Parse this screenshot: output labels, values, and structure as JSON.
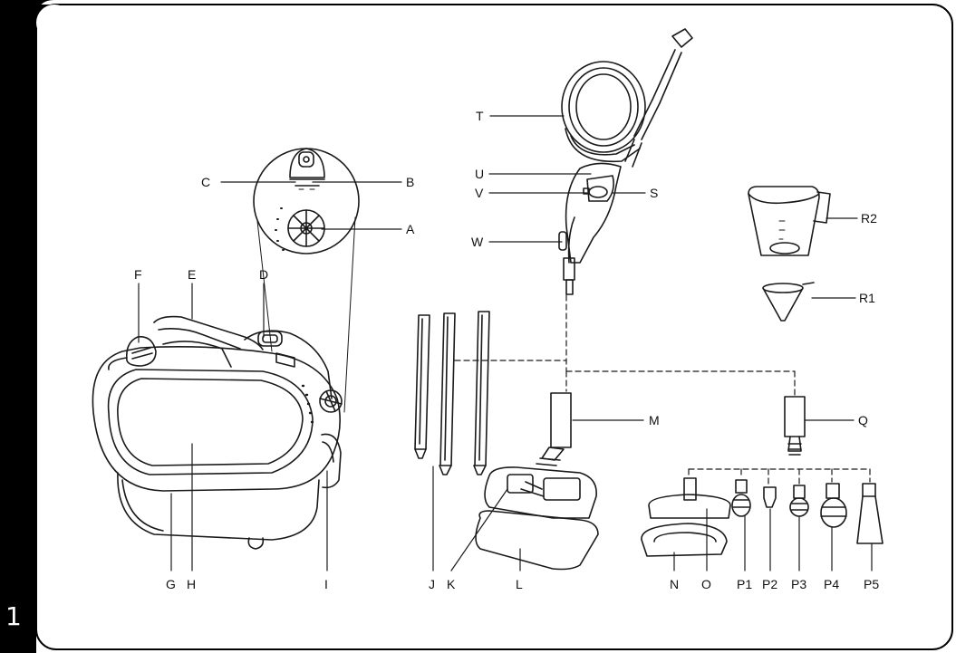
{
  "page_number": "1",
  "callouts": {
    "A": "A",
    "B": "B",
    "C": "C",
    "D": "D",
    "E": "E",
    "F": "F",
    "G": "G",
    "H": "H",
    "I": "I",
    "J": "J",
    "K": "K",
    "L": "L",
    "M": "M",
    "N": "N",
    "O": "O",
    "P1": "P1",
    "P2": "P2",
    "P3": "P3",
    "P4": "P4",
    "P5": "P5",
    "Q": "Q",
    "R1": "R1",
    "R2": "R2",
    "S": "S",
    "T": "T",
    "U": "U",
    "V": "V",
    "W": "W"
  },
  "colors": {
    "frame": "#000000",
    "line": "#1a1a1a",
    "bg": "#ffffff"
  }
}
